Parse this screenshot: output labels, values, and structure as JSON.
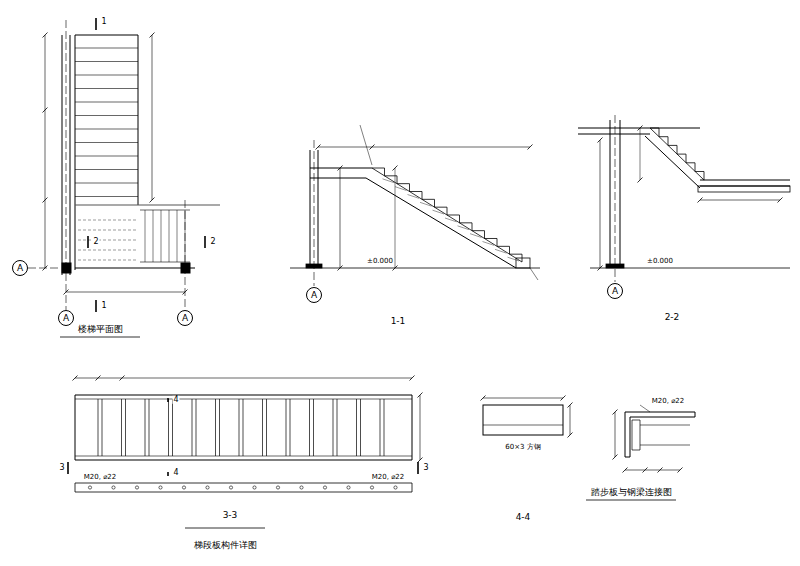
{
  "diagram": {
    "nodes": [
      {
        "text": [
          "A"
        ]
      },
      {
        "text": [
          "A"
        ]
      },
      {
        "text": [
          "A"
        ]
      },
      {
        "text": [
          "A"
        ]
      },
      {
        "text": [
          "A"
        ]
      }
    ],
    "labels": [
      "楼梯平面图",
      "1-1",
      "2-2",
      "3-3",
      "4-4",
      "梯段板构件详图",
      "踏步板与钢梁连接图",
      "1",
      "1",
      "2",
      "2",
      "4",
      "4",
      "3",
      "3",
      "±0.000",
      "±0.000",
      "M20, ⌀22",
      "M20, ⌀22",
      "60×3 方钢",
      "M20, ⌀22"
    ]
  }
}
